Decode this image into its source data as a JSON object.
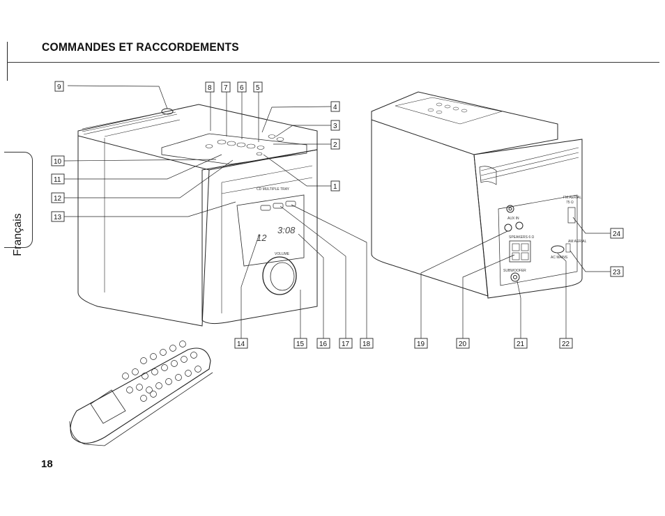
{
  "header": {
    "title": "COMMANDES ET RACCORDEMENTS"
  },
  "sidebar": {
    "language_tab": "Français"
  },
  "footer": {
    "page_number": "18"
  },
  "figure": {
    "callouts": [
      "1",
      "2",
      "3",
      "4",
      "5",
      "6",
      "7",
      "8",
      "9",
      "10",
      "11",
      "12",
      "13",
      "14",
      "15",
      "16",
      "17",
      "18",
      "19",
      "20",
      "21",
      "22",
      "23",
      "24"
    ],
    "display_text": {
      "digits_left": "12",
      "digits_right": "3:08"
    },
    "panel_labels": {
      "tray": "CD MULTIPLE TRAY",
      "volume": "VOLUME",
      "aux_in": "AUX IN",
      "speakers": "SPEAKERS 6 Ω",
      "subwoofer": "SUBWOOFER",
      "fm_aerial": "FM AERIAL",
      "fm_pole": "75 Ω",
      "am_aerial": "AM AERIAL",
      "ac_mains": "AC MAINS"
    }
  }
}
